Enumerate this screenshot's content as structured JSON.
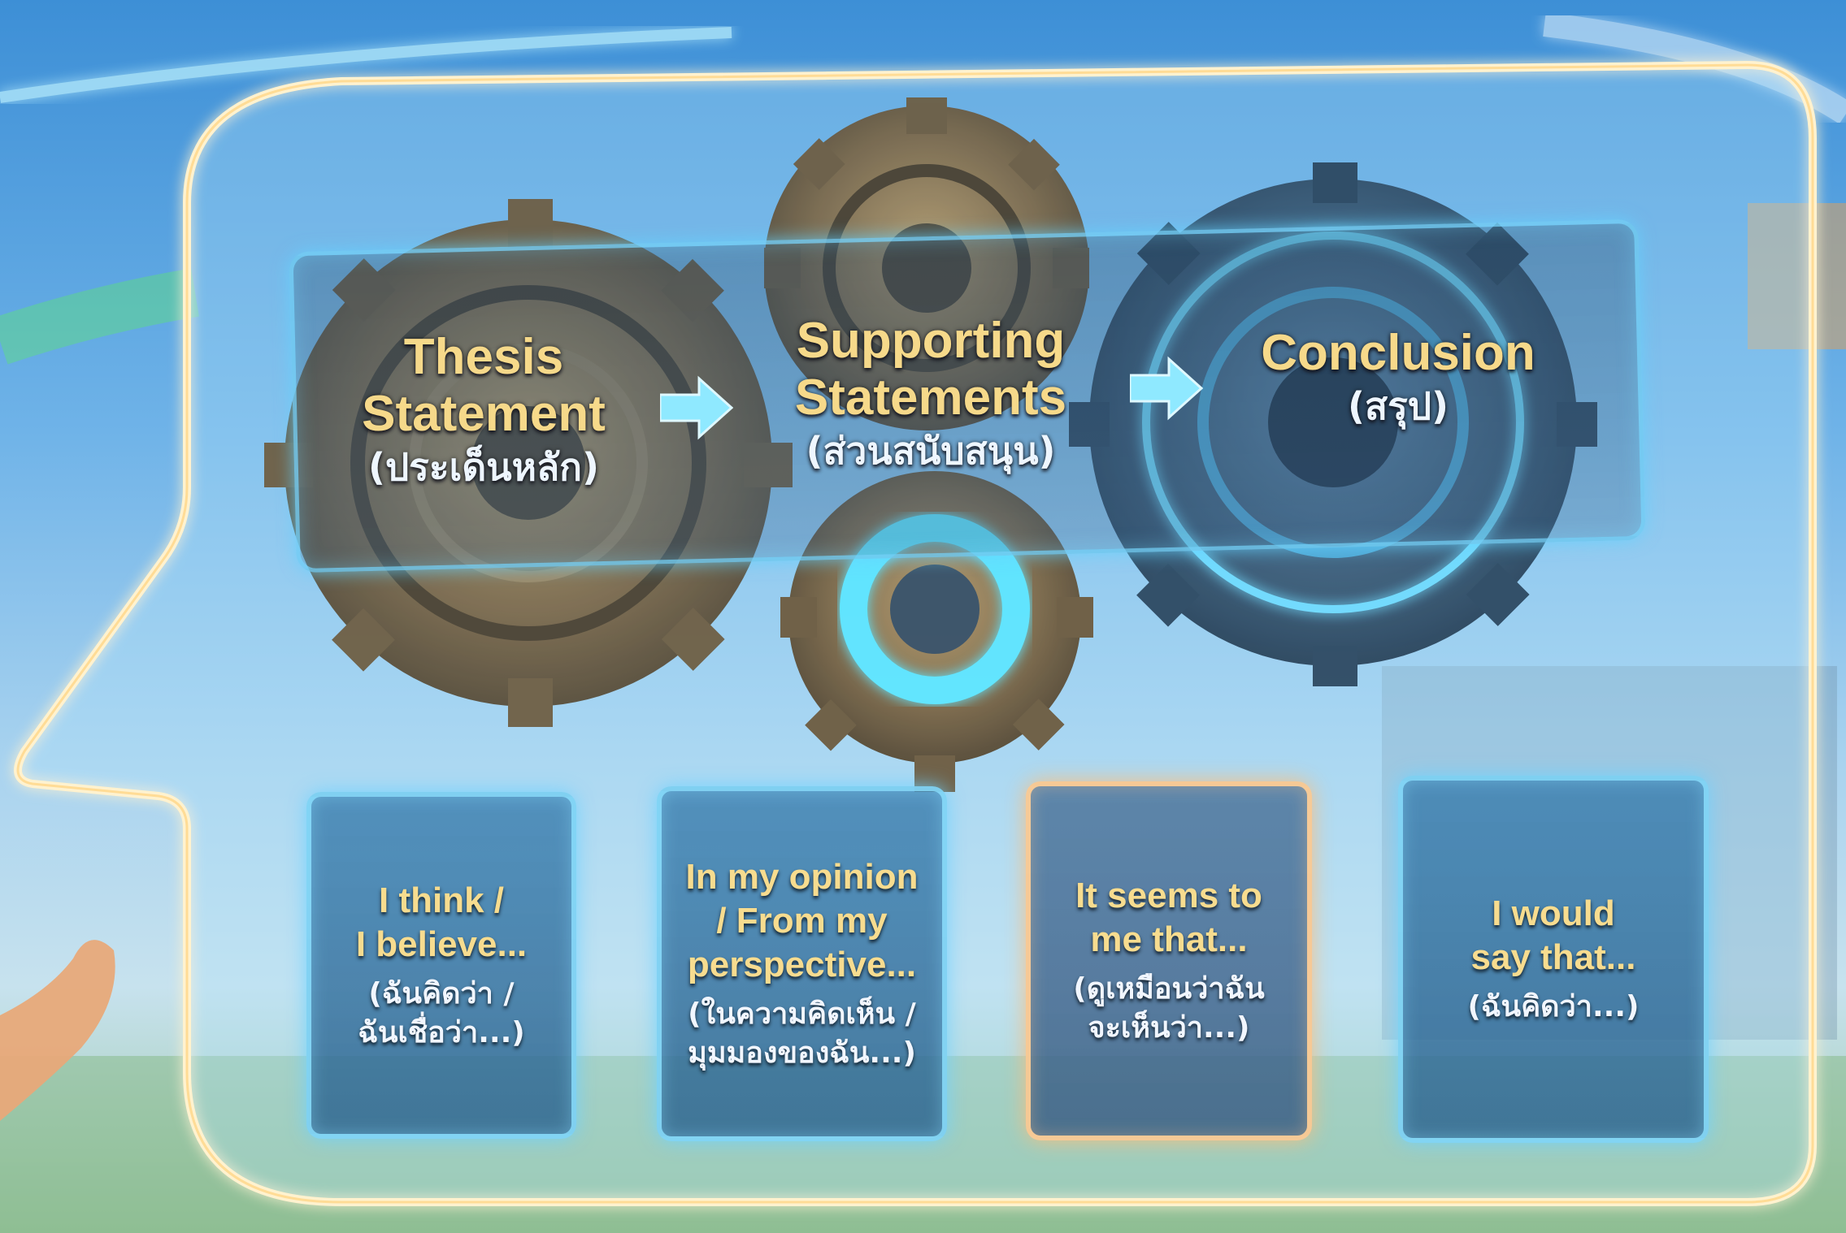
{
  "flow": {
    "thesis": {
      "title_line1": "Thesis",
      "title_line2": "Statement",
      "thai": "(ประเด็นหลัก)"
    },
    "supporting": {
      "title_line1": "Supporting",
      "title_line2": "Statements",
      "thai": "(ส่วนสนับสนุน)"
    },
    "conclusion": {
      "title": "Conclusion",
      "thai": "(สรุป)"
    }
  },
  "cards": [
    {
      "en_line1": "I think /",
      "en_line2": "I believe...",
      "en_line3": "",
      "th_line1": "(ฉันคิดว่า /",
      "th_line2": "ฉันเชื่อว่า...)"
    },
    {
      "en_line1": "In my opinion",
      "en_line2": "/ From my",
      "en_line3": "perspective...",
      "th_line1": "(ในความคิดเห็น /",
      "th_line2": "มุมมองของฉัน...)"
    },
    {
      "en_line1": "It seems to",
      "en_line2": "me that...",
      "en_line3": "",
      "th_line1": "(ดูเหมือนว่าฉัน",
      "th_line2": "จะเห็นว่า...)"
    },
    {
      "en_line1": "I would",
      "en_line2": "say that...",
      "en_line3": "",
      "th_line1": "(ฉันคิดว่า...)",
      "th_line2": ""
    }
  ],
  "colors": {
    "title_gold": "#f6d98a",
    "glow_cyan": "#78d7ff",
    "glow_warm": "#ffcd96",
    "gear_bronze": "#8a7450"
  }
}
